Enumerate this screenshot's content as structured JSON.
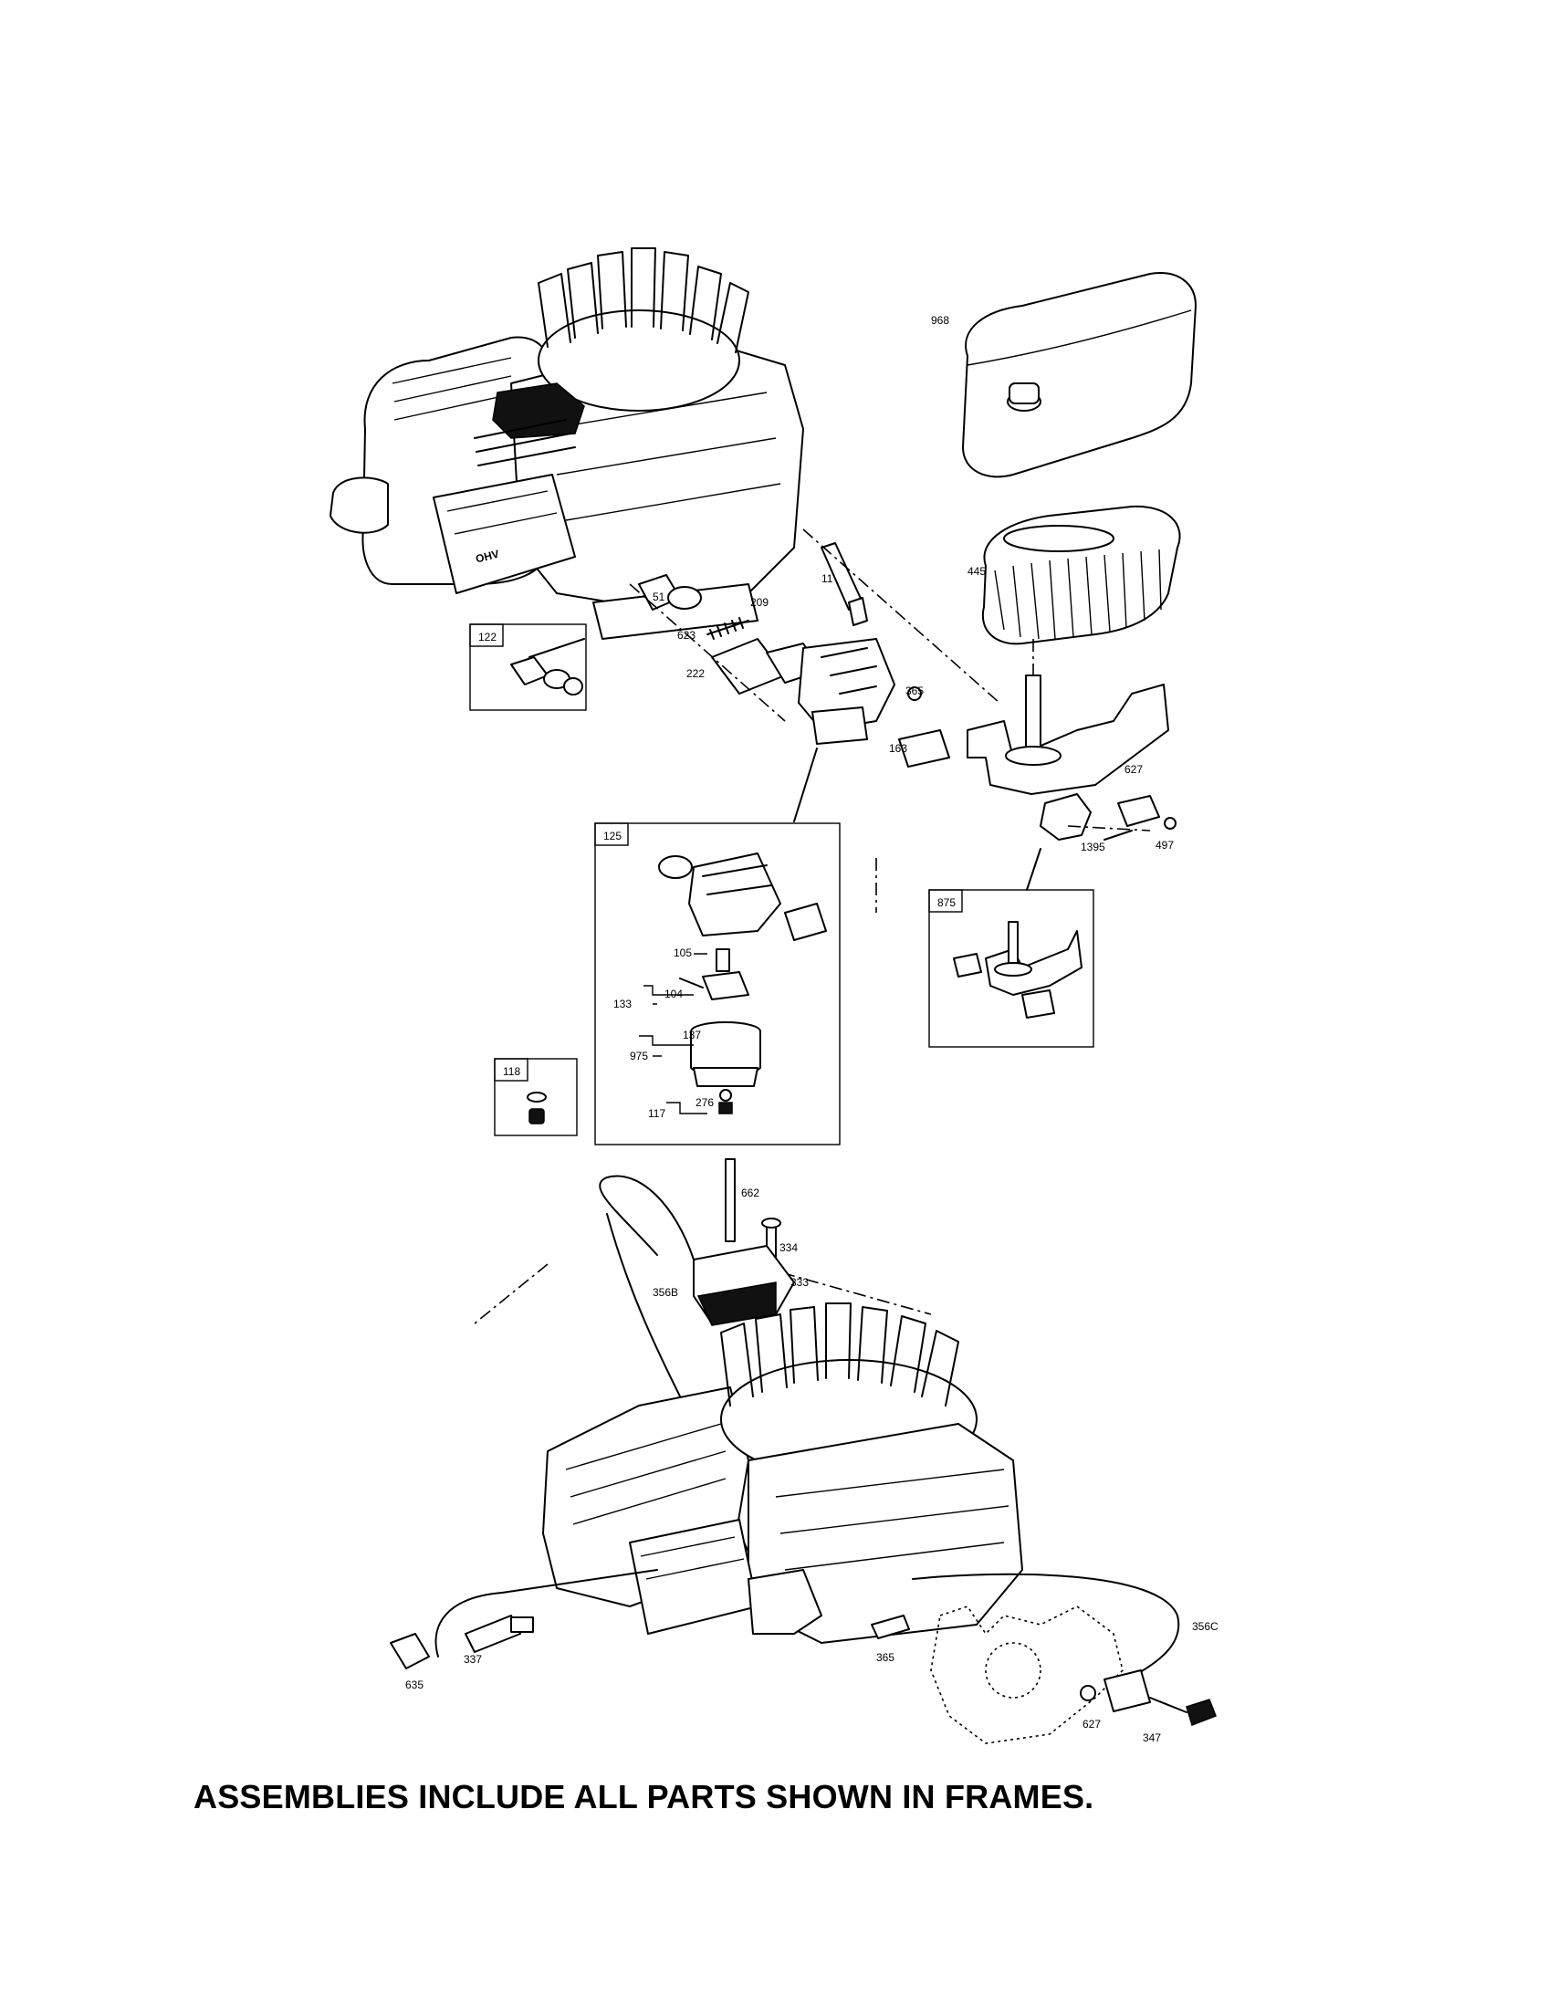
{
  "footer_note": "ASSEMBLIES INCLUDE ALL PARTS SHOWN IN FRAMES.",
  "engine_badge": "OHV",
  "part_labels": {
    "p968": "968",
    "p445": "445",
    "p11": "11",
    "p51": "51",
    "p209": "209",
    "p623": "623",
    "p222": "222",
    "p365a": "365",
    "p163": "163",
    "p627a": "627",
    "p497": "497",
    "p1395": "1395",
    "p105": "105",
    "p104": "104",
    "p133": "133",
    "p137": "137",
    "p975": "975",
    "p276": "276",
    "p117": "117",
    "p662": "662",
    "p334": "334",
    "p333": "333",
    "p356b": "356B",
    "p337": "337",
    "p635": "635",
    "p365b": "365",
    "p356c": "356C",
    "p627b": "627",
    "p347": "347"
  },
  "frames": {
    "f122": "122",
    "f125": "125",
    "f875": "875",
    "f118": "118"
  }
}
